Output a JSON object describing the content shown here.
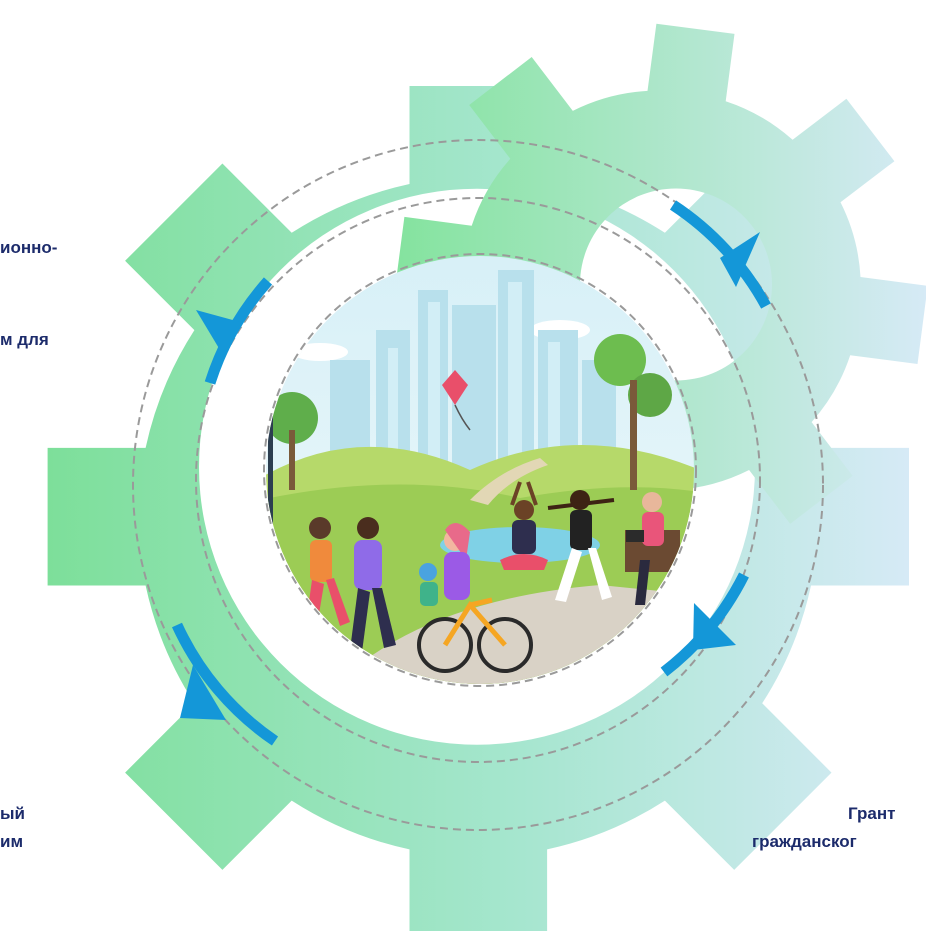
{
  "colors": {
    "gear_green": "#7ddf9a",
    "gear_light": "#d6eaf6",
    "arc_blue": "#1497d8",
    "dash_gray": "#9a9a9a",
    "text_navy": "#1c2b6b"
  },
  "center_illustration": "park-illustration",
  "labels": {
    "top_left_1": "ионно-",
    "top_left_2": "м для",
    "bottom_left_1": "ый",
    "bottom_left_2": "им",
    "bottom_right_1": "Грант",
    "bottom_right_2": "гражданског"
  }
}
